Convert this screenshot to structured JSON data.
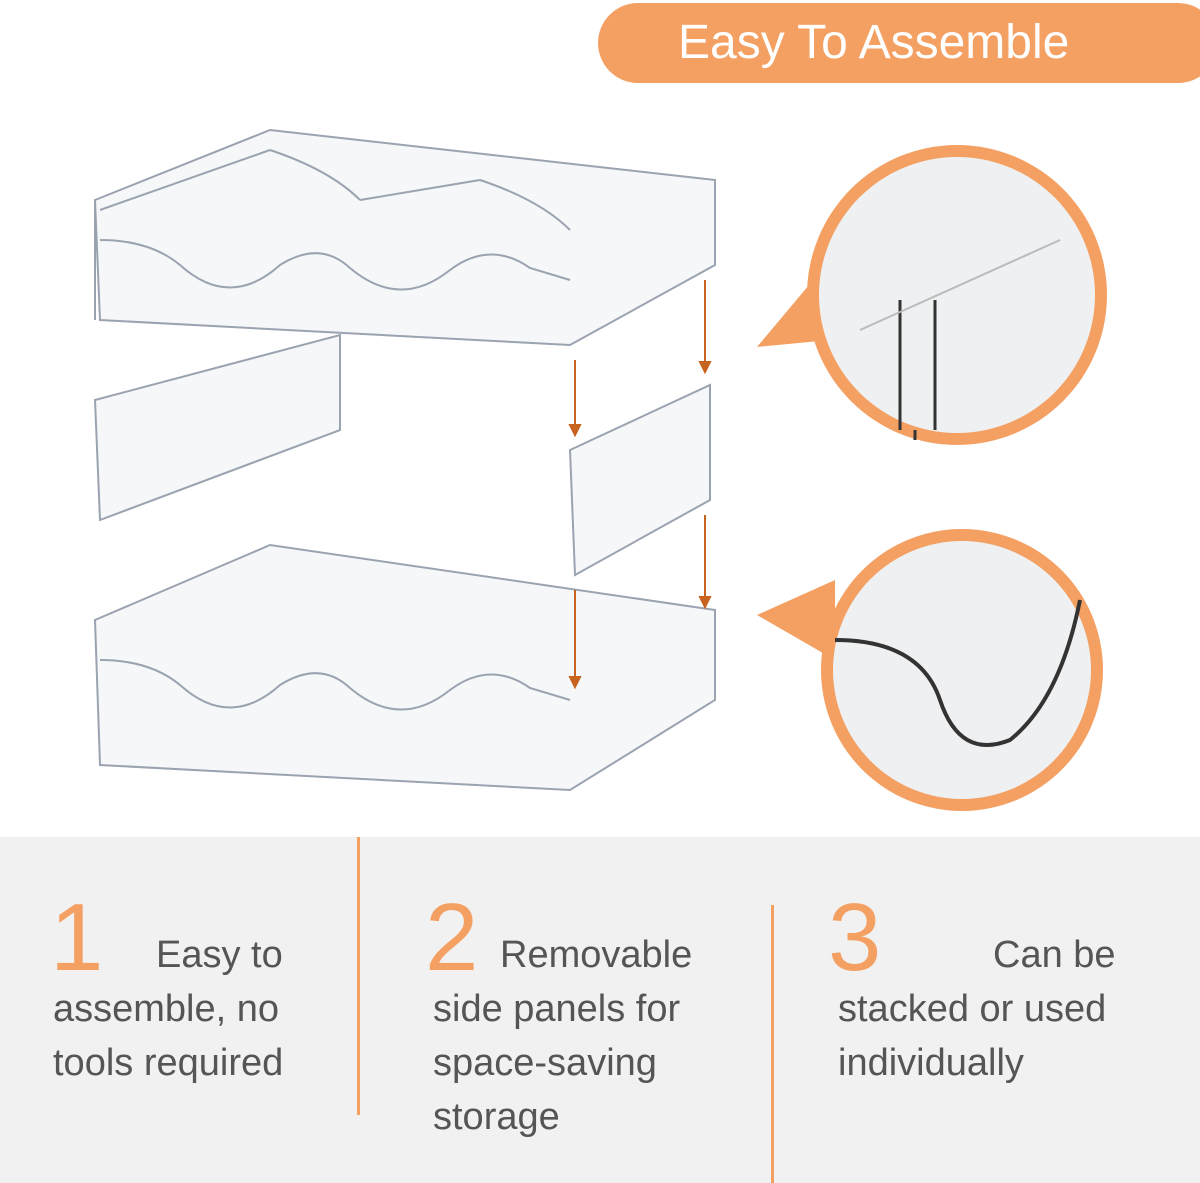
{
  "header": {
    "title": "Easy To Assemble"
  },
  "features": [
    {
      "number": "1",
      "lines": [
        "Easy to",
        "assemble, no",
        "tools required"
      ]
    },
    {
      "number": "2",
      "lines": [
        "Removable",
        "side panels for",
        "space-saving",
        "storage"
      ]
    },
    {
      "number": "3",
      "lines": [
        "Can be",
        "stacked or used",
        "individually"
      ]
    }
  ],
  "colors": {
    "accent": "#f4a063",
    "text": "#555555",
    "panel": "#f1f1f1"
  }
}
